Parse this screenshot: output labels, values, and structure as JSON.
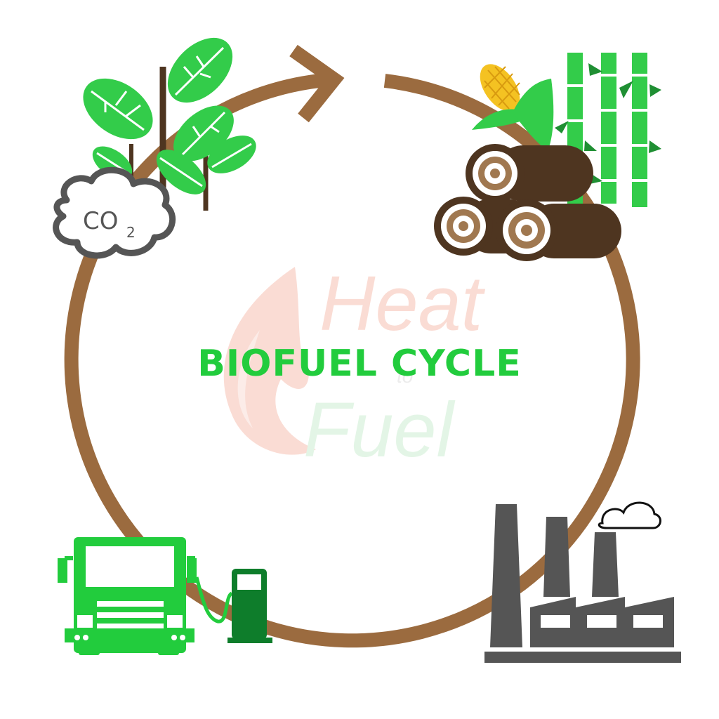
{
  "diagram": {
    "title": "BIOFUEL CYCLE",
    "stages": [
      {
        "name": "plants",
        "label": "CO",
        "label_subscript": "2",
        "icon": "plant-leaves-icon"
      },
      {
        "name": "biomass",
        "icon": "biomass-logs-corn-bamboo-icon"
      },
      {
        "name": "factory",
        "icon": "factory-icon"
      },
      {
        "name": "vehicle",
        "icon": "truck-fuel-pump-icon"
      }
    ],
    "watermark": {
      "line1": "Heat",
      "line2": "to",
      "line3": "Fuel"
    },
    "colors": {
      "cycle": "#9b6b3f",
      "title": "#22cc3d",
      "leaf": "#33cc4a",
      "log": "#4e3520",
      "factory": "#555555",
      "truck": "#22cc3d",
      "pump": "#0e7d2b",
      "cloud": "#555555",
      "watermark_red": "#f6c1b2",
      "watermark_green": "#cdeed2"
    }
  }
}
